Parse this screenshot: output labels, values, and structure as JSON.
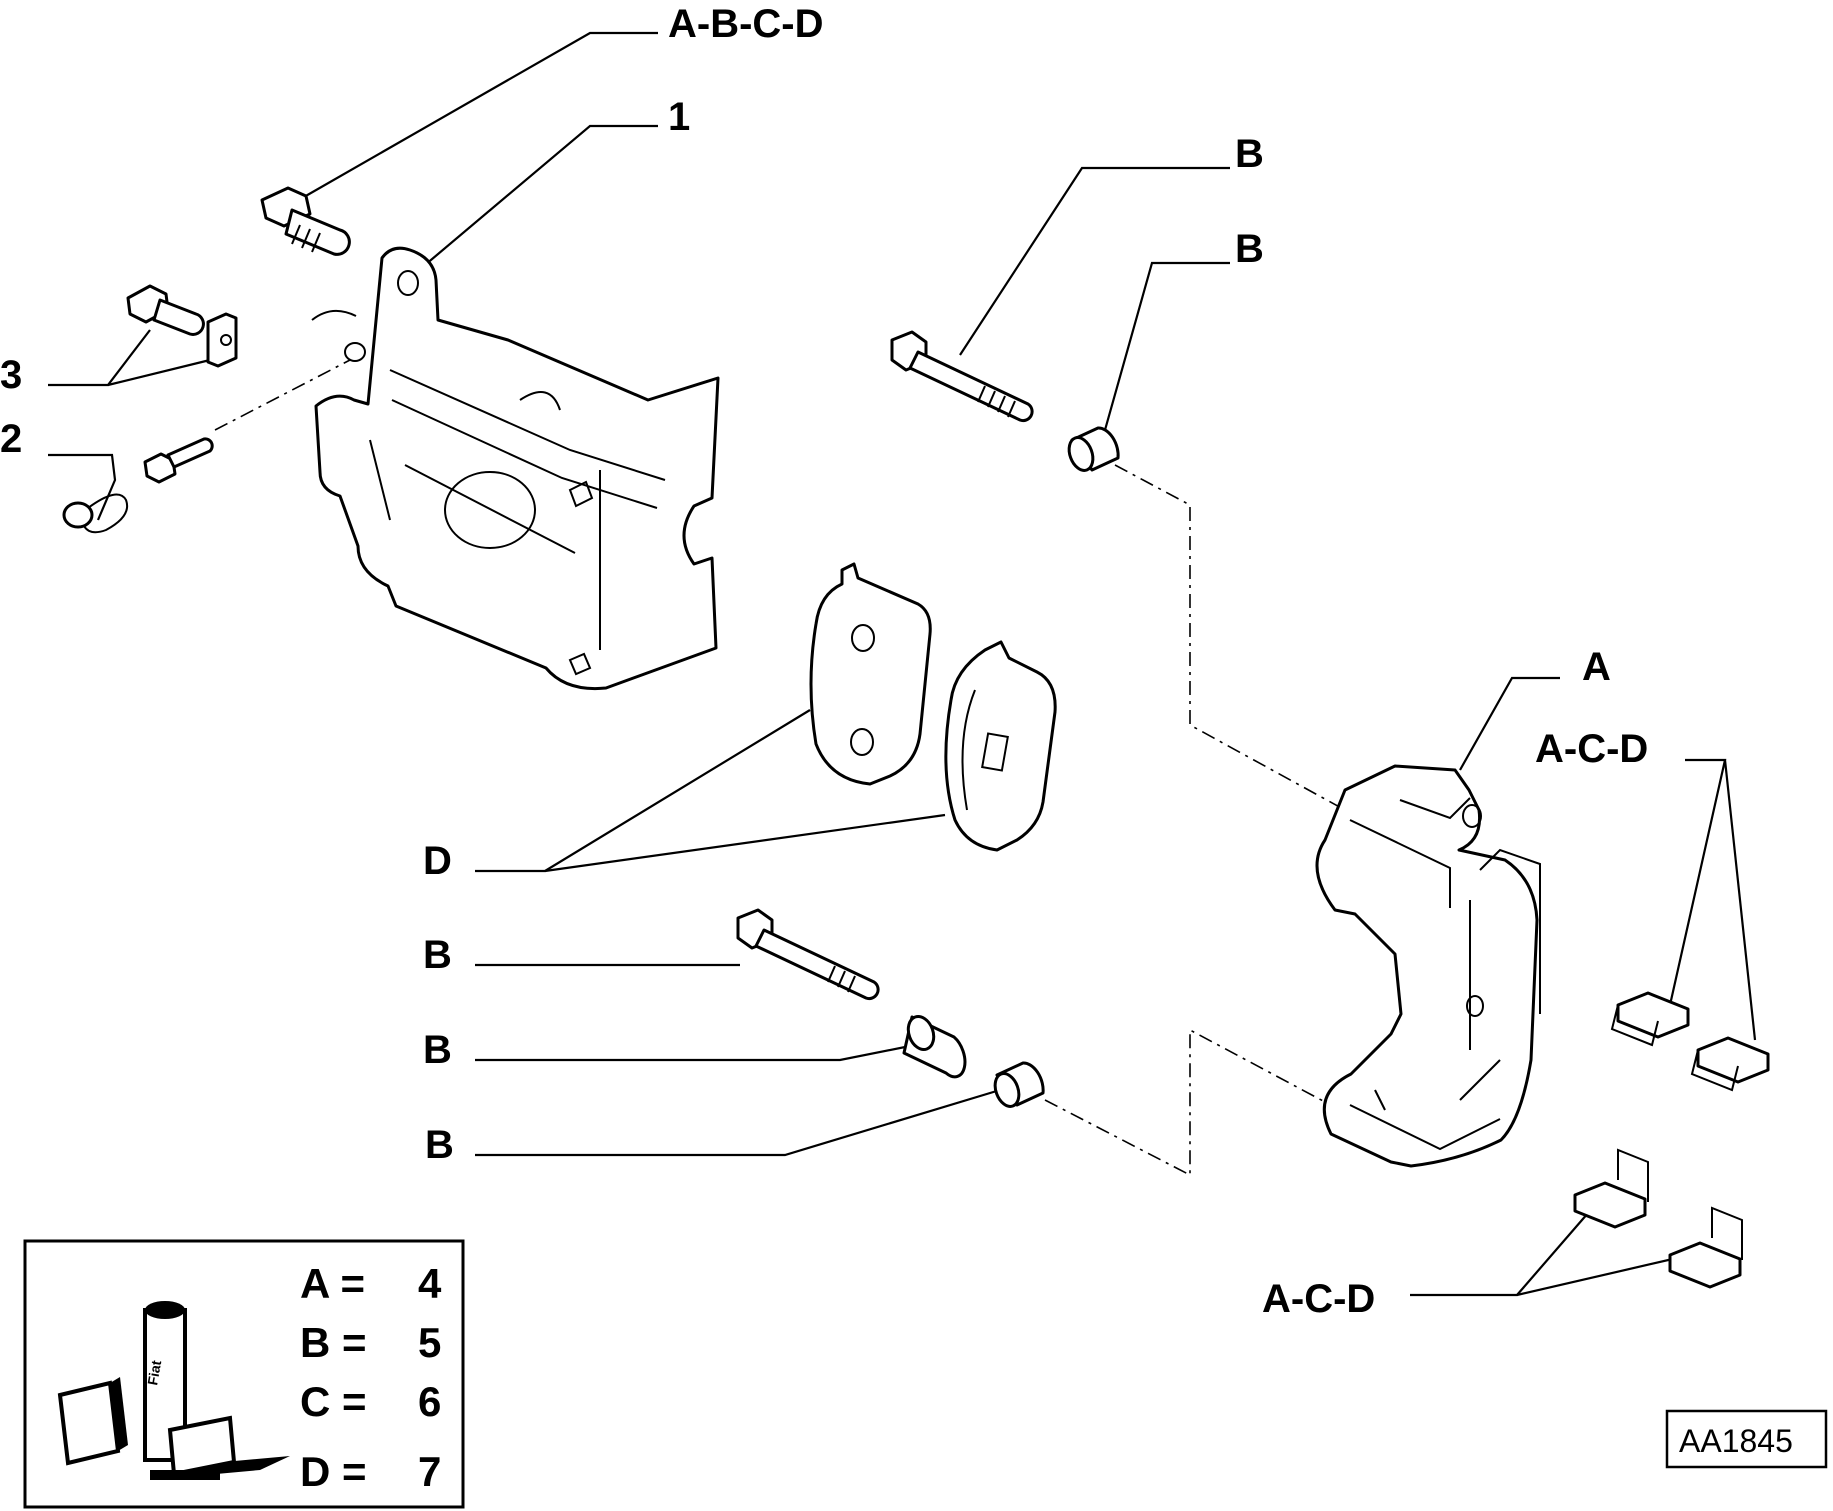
{
  "diagram_code": "AA1845",
  "callouts": {
    "top_bolt": "A-B-C-D",
    "caliper": "1",
    "bracket_screw": "3",
    "bleeder": "2",
    "upper_pin": "B",
    "upper_bushing": "B",
    "pads": "D",
    "lower_pin": "B",
    "lower_sleeve": "B",
    "lower_bushing": "B",
    "carrier": "A",
    "springs_upper": "A-C-D",
    "springs_lower": "A-C-D"
  },
  "legend": {
    "rows": [
      {
        "key": "A =",
        "value": "4"
      },
      {
        "key": "B =",
        "value": "5"
      },
      {
        "key": "C =",
        "value": "6"
      },
      {
        "key": "D =",
        "value": "7"
      }
    ],
    "kit_brand": "Fiat"
  }
}
